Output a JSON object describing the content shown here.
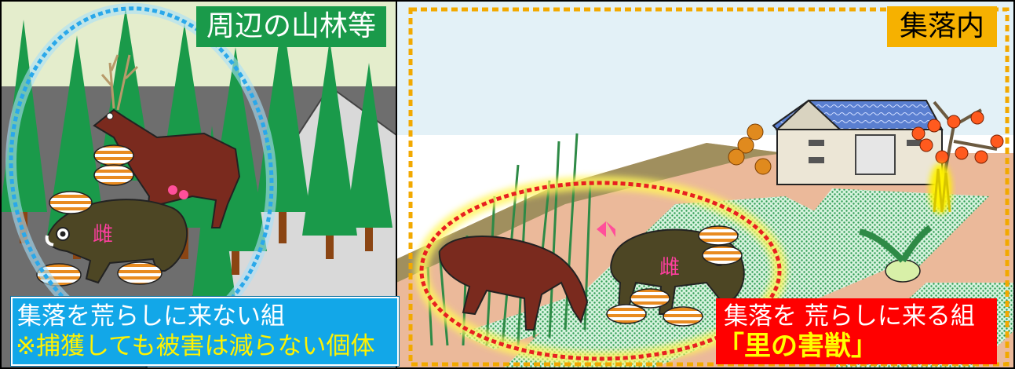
{
  "labels": {
    "forest": "周辺の山林等",
    "village": "集落内",
    "non_raider_line1": "集落を荒らしに来ない組",
    "non_raider_line2": "※捕獲しても被害は減らない個体",
    "raider_line1": "集落を 荒らしに来る組",
    "raider_line2": "「里の害獣」",
    "female_marker": "雌"
  },
  "colors": {
    "forest_tag_bg": "#1a9a4a",
    "village_tag_bg": "#f6b100",
    "non_raider_box_bg": "#12a7e8",
    "raider_box_bg": "#ff0000",
    "non_raider_ellipse": "#2aa8ea",
    "raider_ellipse": "#e82020",
    "village_border": "#f2a900"
  },
  "icons": [
    "deer-icon",
    "boar-icon",
    "piglet-icon",
    "tree-icon",
    "house-icon",
    "persimmon-tree-icon",
    "ribbon-icon",
    "radish-icon"
  ]
}
